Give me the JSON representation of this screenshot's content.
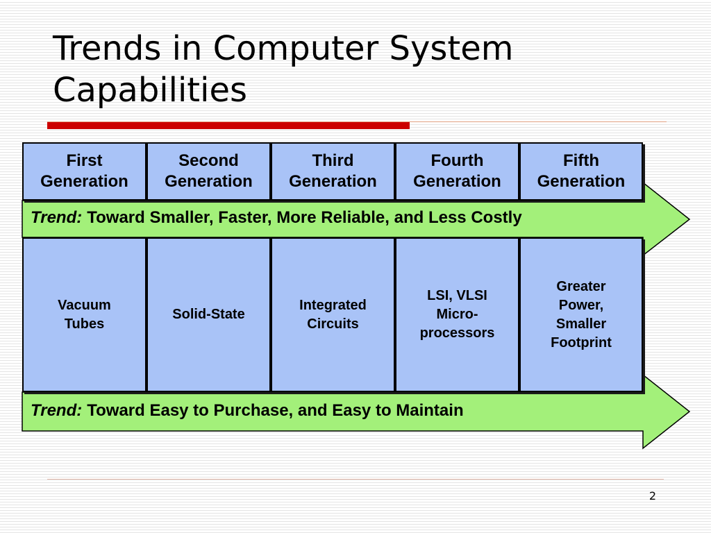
{
  "slide": {
    "title": "Trends in Computer System Capabilities",
    "page_number": "2"
  },
  "colors": {
    "title_accent": "#cc0000",
    "title_rule": "#e2a080",
    "box_fill": "#a9c3f7",
    "arrow_fill": "#a3f07a",
    "border": "#000000"
  },
  "generations": [
    {
      "label": "First\nGeneration"
    },
    {
      "label": "Second\nGeneration"
    },
    {
      "label": "Third\nGeneration"
    },
    {
      "label": "Fourth\nGeneration"
    },
    {
      "label": "Fifth\nGeneration"
    }
  ],
  "trends": [
    {
      "prefix": "Trend:",
      "text": "Toward Smaller, Faster, More Reliable, and Less Costly"
    },
    {
      "prefix": "Trend:",
      "text": "Toward Easy to Purchase, and Easy to Maintain"
    }
  ],
  "technologies": [
    {
      "label": "Vacuum\nTubes"
    },
    {
      "label": "Solid-State"
    },
    {
      "label": "Integrated\nCircuits"
    },
    {
      "label": "LSI, VLSI\nMicro-\nprocessors"
    },
    {
      "label": "Greater\nPower,\nSmaller\nFootprint"
    }
  ]
}
